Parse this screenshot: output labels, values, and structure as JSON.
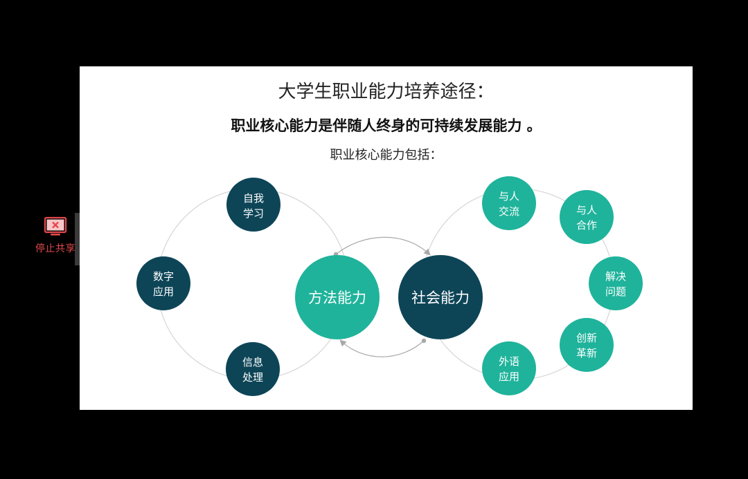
{
  "share_control": {
    "stop_label": "停止共享",
    "icon": "monitor-stop-icon",
    "color": "#e5484d"
  },
  "slide": {
    "title": "大学生职业能力培养途径：",
    "subtitle": "职业核心能力是伴随人终身的可持续发展能力 。",
    "label": "职业核心能力包括："
  },
  "diagram": {
    "colors": {
      "dark": "#0d4557",
      "teal": "#1fb39b",
      "ring": "#d5d5d5",
      "arrow": "#a8a8a8"
    },
    "method": {
      "label": "方法能力",
      "items": [
        {
          "line1": "自我",
          "line2": "学习"
        },
        {
          "line1": "数字",
          "line2": "应用"
        },
        {
          "line1": "信息",
          "line2": "处理"
        }
      ]
    },
    "social": {
      "label": "社会能力",
      "items": [
        {
          "line1": "与人",
          "line2": "交流"
        },
        {
          "line1": "与人",
          "line2": "合作"
        },
        {
          "line1": "解决",
          "line2": "问题"
        },
        {
          "line1": "创新",
          "line2": "革新"
        },
        {
          "line1": "外语",
          "line2": "应用"
        }
      ]
    }
  }
}
